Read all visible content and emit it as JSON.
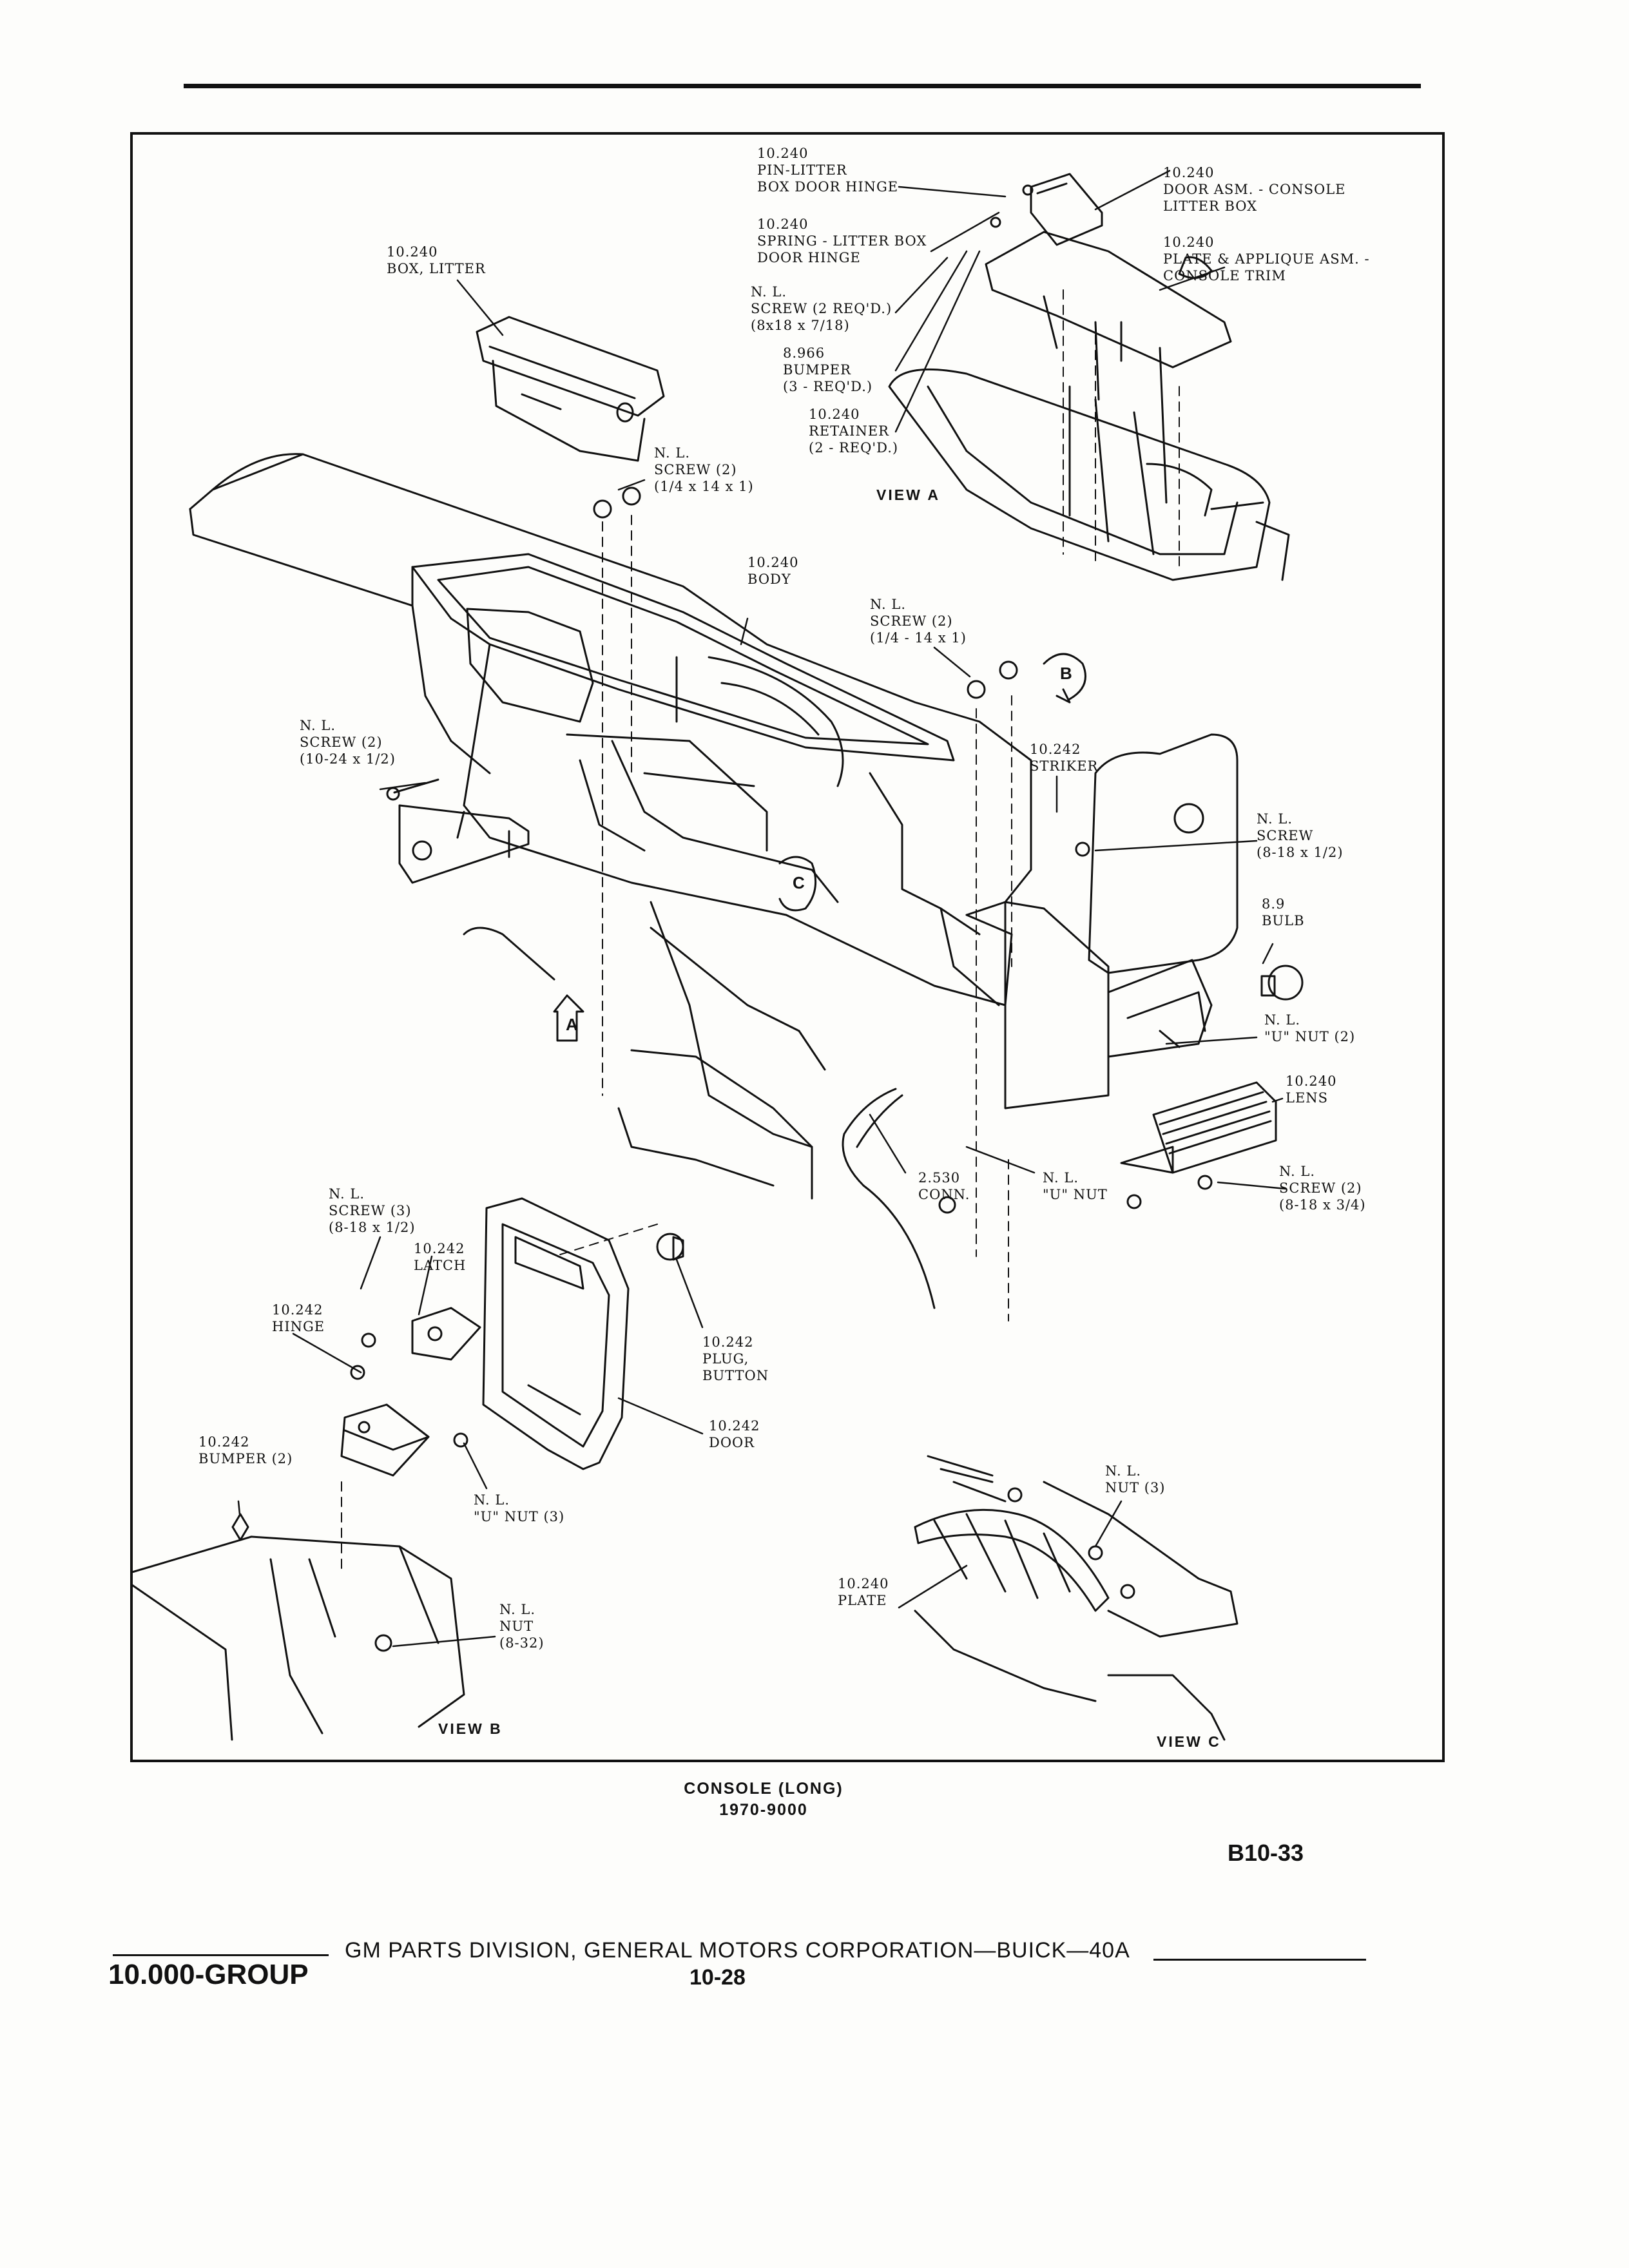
{
  "labels": {
    "pin_litter": "10.240\nPIN-LITTER\nBOX DOOR HINGE",
    "door_asm": "10.240\nDOOR ASM. - CONSOLE\nLITTER BOX",
    "spring": "10.240\nSPRING - LITTER BOX\nDOOR HINGE",
    "plate_applique": "10.240\nPLATE & APPLIQUE ASM. -\nCONSOLE TRIM",
    "box_litter": "10.240\nBOX, LITTER",
    "screw_8x18": "N. L.\nSCREW (2 REQ'D.)\n(8x18 x 7/18)",
    "bumper_8966": "8.966\nBUMPER\n(3 - REQ'D.)",
    "retainer": "10.240\nRETAINER\n(2 - REQ'D.)",
    "screw_quarter_a": "N. L.\nSCREW (2)\n(1/4 x 14 x 1)",
    "body": "10.240\nBODY",
    "screw_quarter_b": "N. L.\nSCREW (2)\n(1/4 - 14 x 1)",
    "screw_10_24": "N. L.\nSCREW (2)\n(10-24 x 1/2)",
    "striker": "10.242\nSTRIKER",
    "screw_8_18_half": "N. L.\nSCREW\n(8-18 x 1/2)",
    "bulb": "8.9\nBULB",
    "u_nut_2": "N. L.\n\"U\" NUT (2)",
    "lens": "10.240\nLENS",
    "screw_8_18_34": "N. L.\nSCREW (2)\n(8-18 x 3/4)",
    "conn": "2.530\nCONN.",
    "u_nut": "N. L.\n\"U\" NUT",
    "screw_3": "N. L.\nSCREW (3)\n(8-18 x 1/2)",
    "latch": "10.242\nLATCH",
    "hinge": "10.242\nHINGE",
    "plug_button": "10.242\nPLUG,\nBUTTON",
    "door": "10.242\nDOOR",
    "bumper_2": "10.242\nBUMPER (2)",
    "u_nut_3": "N. L.\n\"U\" NUT (3)",
    "nut_8_32": "N. L.\nNUT\n(8-32)",
    "nut_3": "N. L.\nNUT (3)",
    "plate": "10.240\nPLATE"
  },
  "views": {
    "a": "VIEW A",
    "b": "VIEW B",
    "c": "VIEW C",
    "callout_a": "A",
    "callout_b": "B",
    "callout_c": "C"
  },
  "caption": {
    "title": "CONSOLE (LONG)",
    "years": "1970-9000"
  },
  "page_ref": "B10-33",
  "footer": {
    "group": "10.000-GROUP",
    "division": "GM PARTS DIVISION,  GENERAL MOTORS CORPORATION—BUICK—40A",
    "page": "10-28"
  }
}
